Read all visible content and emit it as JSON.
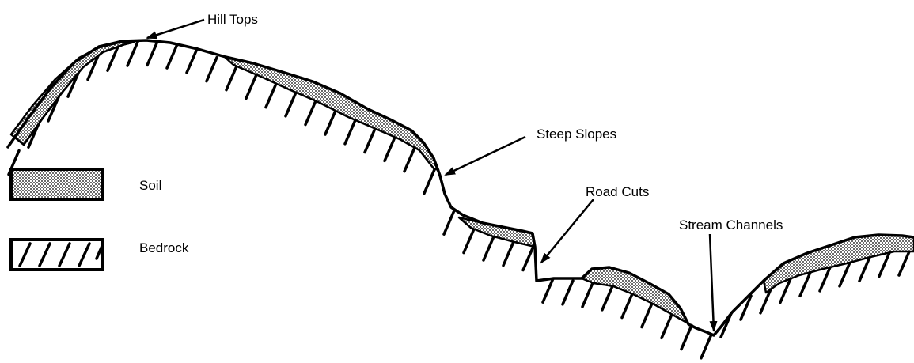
{
  "labels": {
    "hill_tops": "Hill Tops",
    "steep_slopes": "Steep Slopes",
    "road_cuts": "Road Cuts",
    "stream_channels": "Stream Channels"
  },
  "legend": {
    "soil": "Soil",
    "bedrock": "Bedrock"
  },
  "colors": {
    "ink": "#000000",
    "soil_fill": "#bdbdbd",
    "background": "#ffffff"
  }
}
